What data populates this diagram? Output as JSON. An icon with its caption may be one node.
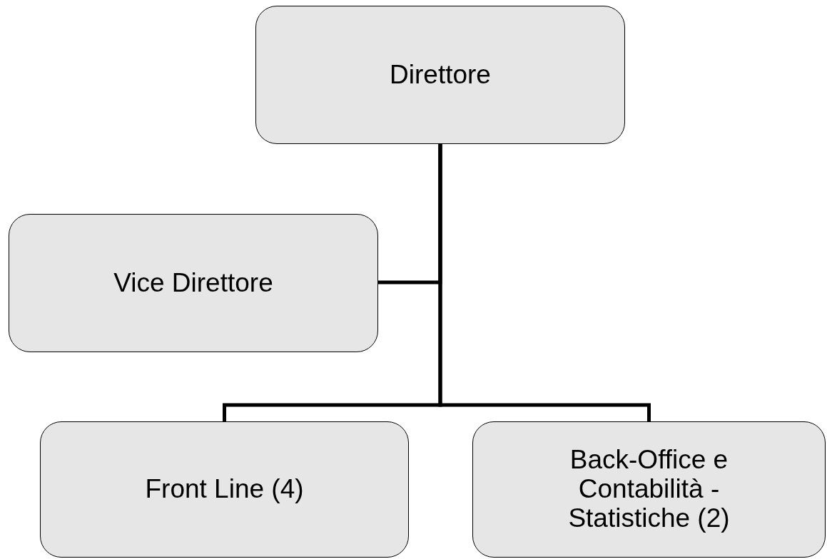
{
  "diagram": {
    "nodes": [
      {
        "text": [
          "Direttore"
        ]
      },
      {
        "text": [
          "Vice Direttore"
        ]
      },
      {
        "text": [
          "Front Line (4)"
        ]
      },
      {
        "text": [
          "Back-Office e Contabilità - Statistiche (2)"
        ]
      }
    ],
    "edges": [
      {
        "from": 0,
        "to": 1,
        "arrow": "none"
      },
      {
        "from": 0,
        "to": 2,
        "arrow": "none"
      },
      {
        "from": 0,
        "to": 3,
        "arrow": "none"
      }
    ]
  }
}
